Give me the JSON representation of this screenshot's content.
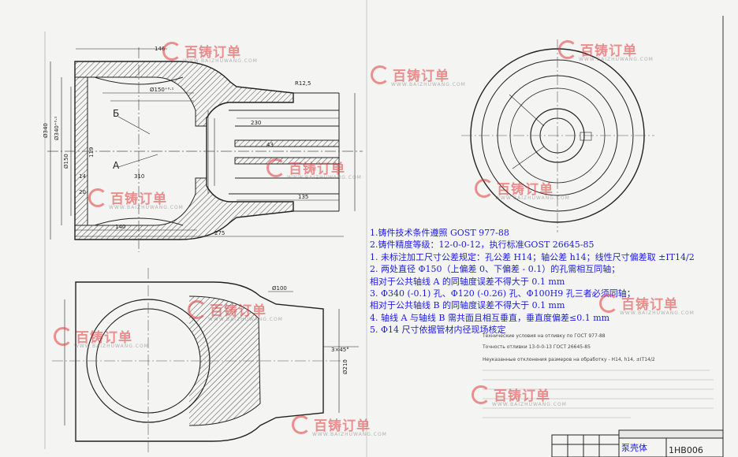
{
  "notes": [
    "1.铸件技术条件遵照 GOST 977-88",
    "2.铸件精度等级：12-0-0-12，执行标准GOST 26645-85",
    "1. 未标注加工尺寸公差规定：孔公差 H14；轴公差 h14；线性尺寸偏差取 ±IT14/2",
    "2. 两处直径 Φ150（上偏差 0、下偏差 - 0.1）的孔需相互同轴；",
    "相对于公共轴线 A 的同轴度误差不得大于 0.1 mm",
    "3. Φ340 (-0.1) 孔、Φ120 (-0.26) 孔、Φ100H9 孔三者必须同轴；",
    "相对于公共轴线 B 的同轴度误差不得大于 0.1 mm",
    "4. 轴线 A 与轴线 B 需共面且相互垂直，垂直度偏差≤0.1 mm",
    "5. Φ14 尺寸依据管材内径现场核定"
  ],
  "title_block": {
    "part_name": "泵壳体",
    "drawing_number": "1НВ006"
  },
  "watermark": {
    "brand": "百铸订单",
    "url": "WWW.BAIZHUWANG.COM",
    "color": "#e23b3b"
  },
  "dimensions": {
    "d340": "Ø340",
    "d340_tol": "Ø340⁺⁰·¹",
    "d150_1": "Ø150",
    "d150_2": "Ø150⁺⁰·¹",
    "d100": "Ø100",
    "d210": "Ø210",
    "len230": "230",
    "len140": "140",
    "len135": "135",
    "len275": "275",
    "len310": "310",
    "len119": "119",
    "r125": "R12,5",
    "dim43": "43",
    "dim20": "20",
    "dim14": "14",
    "dim146": "146",
    "chamfer": "3×45°",
    "label_a": "А",
    "label_b": "Б",
    "ru_note_title": "Технические условия на отливку по ГОСТ 977-88",
    "ru_note_2": "Точность отливки 13-0-0-13 ГОСТ 26645-85",
    "ru_note_3": "Неуказанные отклонения размеров на обработку - Н14, h14, ±IT14/2"
  }
}
